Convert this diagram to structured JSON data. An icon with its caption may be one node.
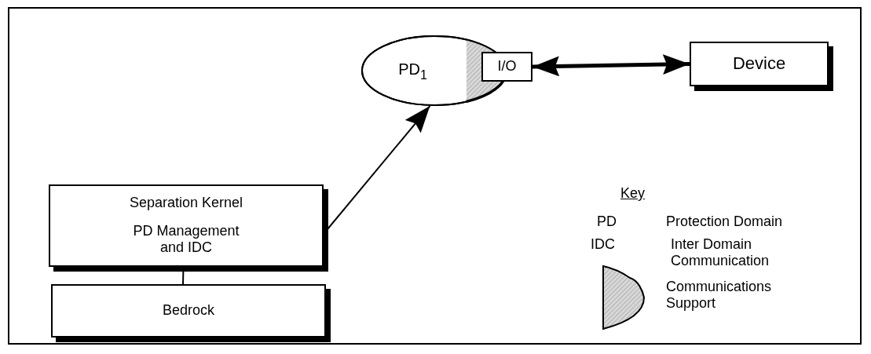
{
  "diagram": {
    "nodes": [
      {
        "text": [
          "PD$_{1}$"
        ]
      },
      {
        "text": [
          "I/O"
        ],
        "in": 0
      },
      {
        "text": [
          "Device"
        ]
      },
      {
        "text": [
          "Separation Kernel",
          "PD Management and IDC"
        ]
      },
      {
        "text": [
          "Bedrock"
        ]
      }
    ],
    "edges": [
      {
        "from": 3,
        "to": 0,
        "arrow": "to"
      },
      {
        "from": 1,
        "to": 2,
        "arrow": "both",
        "style": "thick"
      },
      {
        "from": 3,
        "to": 4,
        "arrow": "none"
      }
    ],
    "labels": [
      "Key",
      "PD",
      "Protection Domain",
      "IDC",
      "Inter Domain Communication"
    ],
    "legend": [
      {
        "text": "Communications Support"
      }
    ]
  }
}
